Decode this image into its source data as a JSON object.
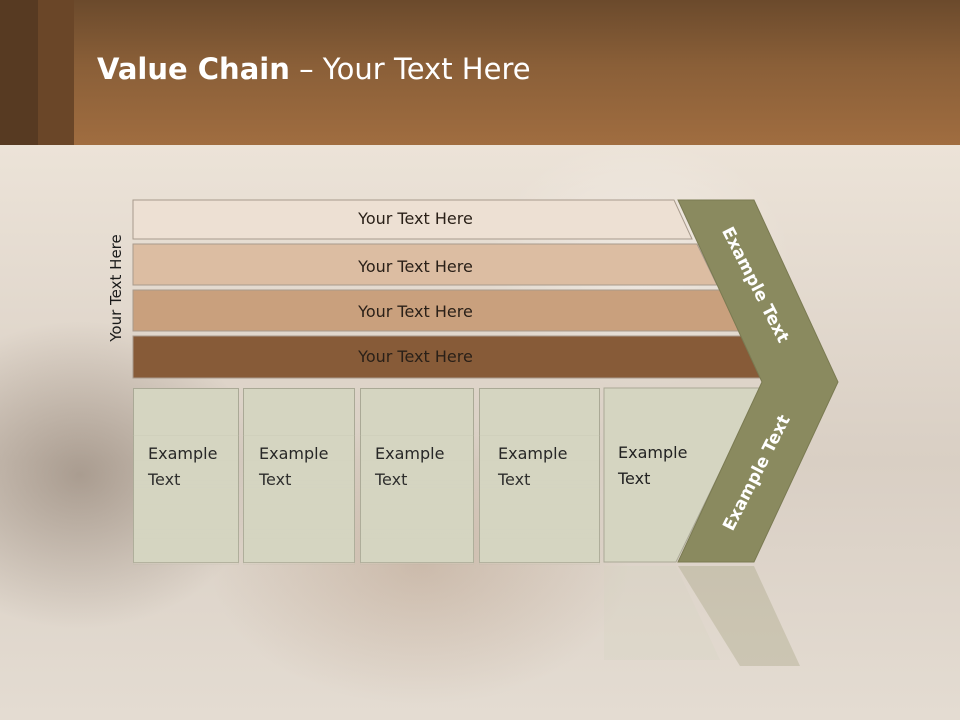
{
  "slide": {
    "title_bold": "Value Chain",
    "title_rest": " – Your Text Here",
    "side_label": "Your Text Here"
  },
  "bars": [
    {
      "label": "Your Text Here",
      "color": "#ede0d3"
    },
    {
      "label": "Your Text Here",
      "color": "#dcbda2"
    },
    {
      "label": "Your Text Here",
      "color": "#c9a07d"
    },
    {
      "label": "Your Text Here",
      "color": "#875b38"
    }
  ],
  "boxes": [
    {
      "line1": "Example",
      "line2": "Text"
    },
    {
      "line1": "Example",
      "line2": "Text"
    },
    {
      "line1": "Example",
      "line2": "Text"
    },
    {
      "line1": "Example",
      "line2": "Text"
    },
    {
      "line1": "Example",
      "line2": "Text"
    }
  ],
  "chevron": {
    "upper_text": "Example Text",
    "lower_text": "Example Text",
    "color": "#8a8a5f"
  }
}
